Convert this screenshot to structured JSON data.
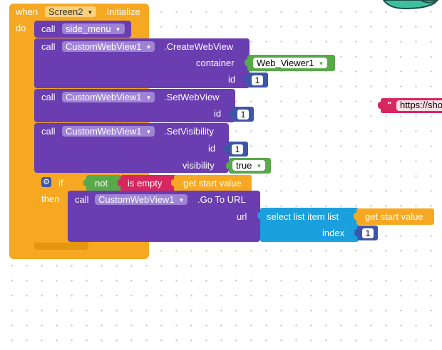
{
  "event": {
    "when": "when",
    "component": "Screen2",
    "event_name": ".Initialize",
    "do": "do"
  },
  "call_side_menu": {
    "call": "call",
    "procedure": "side_menu"
  },
  "create_webview": {
    "call": "call",
    "component": "CustomWebView1",
    "method": ".CreateWebView",
    "container_label": "container",
    "container_value": "Web_Viewer1",
    "id_label": "id",
    "id_value": "1"
  },
  "set_webview": {
    "call": "call",
    "component": "CustomWebView1",
    "method": ".SetWebView",
    "id_label": "id",
    "id_value": "1"
  },
  "set_visibility": {
    "call": "call",
    "component": "CustomWebView1",
    "method": ".SetVisibility",
    "id_label": "id",
    "id_value": "1",
    "visibility_label": "visibility",
    "visibility_value": "true"
  },
  "if_block": {
    "if": "if",
    "not": "not",
    "is_empty": "is empty",
    "get_start_value": "get start value",
    "then": "then"
  },
  "go_to_url": {
    "call": "call",
    "component": "CustomWebView1",
    "method": ".Go To URL",
    "url_label": "url",
    "select_list_item": "select list item  list",
    "get_start_value": "get start value",
    "index_label": "index",
    "index_value": "1"
  },
  "stray_text": {
    "quote": "\"",
    "url": "https://sho"
  },
  "colors": {
    "control": "#f7a823",
    "procedures": "#6a3db1",
    "logic": "#58a949",
    "lists": "#1ba0dd",
    "math": "#3f55a8",
    "text": "#d7275e"
  }
}
